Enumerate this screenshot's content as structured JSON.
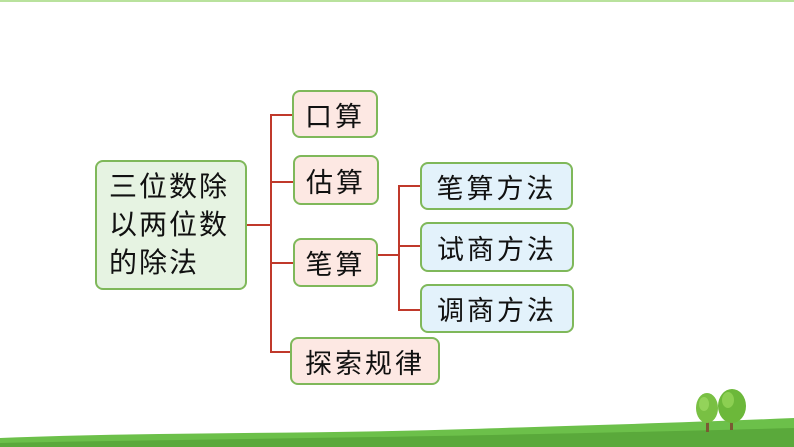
{
  "diagram": {
    "root": "三位数除以两位数的除法",
    "branches": [
      {
        "label": "口算"
      },
      {
        "label": "估算"
      },
      {
        "label": "笔算",
        "children": [
          "笔算方法",
          "试商方法",
          "调商方法"
        ]
      },
      {
        "label": "探索规律"
      }
    ]
  },
  "colors": {
    "border": "#7fb85a",
    "root_fill": "#e6f3e2",
    "branch_fill": "#fde8e3",
    "leaf_fill": "#e3f2fb",
    "connector": "#c0392b",
    "grass": "#6cc04a"
  }
}
